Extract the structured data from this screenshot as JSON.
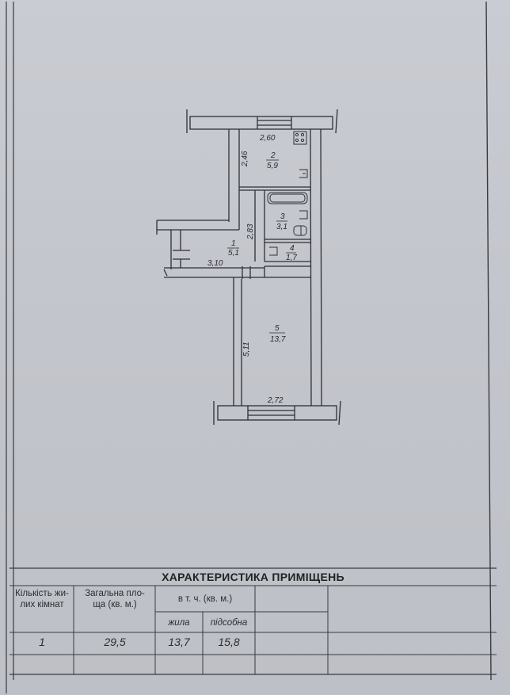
{
  "plan": {
    "dims": {
      "kitchen_width": "2,60",
      "kitchen_depth": "2,46",
      "corridor_depth": "2,83",
      "hall_width": "3,10",
      "room_depth": "5,11",
      "room_width": "2,72"
    },
    "rooms": [
      {
        "num": "1",
        "area": "5,1"
      },
      {
        "num": "2",
        "area": "5,9"
      },
      {
        "num": "3",
        "area": "3,1"
      },
      {
        "num": "4",
        "area": "1,7"
      },
      {
        "num": "5",
        "area": "13,7"
      }
    ]
  },
  "table": {
    "title": "ХАРАКТЕРИСТИКА ПРИМІЩЕНЬ",
    "rooms_count_label": "Кількість жи-\nлих кімнат",
    "total_area_label": "Загальна пло-\nща (кв. м.)",
    "incl_label": "в т. ч. (кв. м.)",
    "living_label": "жила",
    "auxiliary_label": "підсобна",
    "rooms_count": "1",
    "total_area": "29,5",
    "living_area": "13,7",
    "auxiliary_area": "15,8"
  },
  "colors": {
    "paper": "#c6c9cf",
    "ink": "#2a2a2e"
  }
}
